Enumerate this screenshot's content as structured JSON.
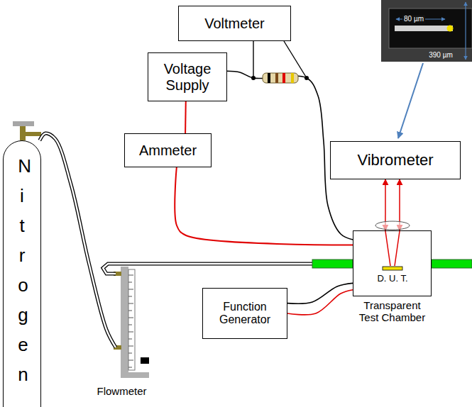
{
  "diagram": {
    "nodes": [
      {
        "text": [
          "Voltmeter"
        ]
      },
      {
        "text": [
          "Voltage Supply"
        ]
      },
      {
        "text": [
          "Ammeter"
        ]
      },
      {
        "text": [
          "Vibrometer"
        ]
      },
      {
        "text": [
          "Nitrogen"
        ]
      },
      {
        "text": [
          "Transparent Test Chamber"
        ]
      },
      {
        "text": [
          "Function Generator"
        ]
      },
      {
        "text": [
          "Flowmeter"
        ]
      }
    ],
    "edges": [
      {
        "from": 1,
        "to": 2,
        "arrow": "none"
      },
      {
        "from": 2,
        "to": 5,
        "arrow": "none"
      },
      {
        "from": 1,
        "to": 5,
        "arrow": "none"
      },
      {
        "from": 3,
        "to": 5,
        "arrow": "both"
      },
      {
        "from": 4,
        "to": 7,
        "arrow": "none"
      },
      {
        "from": 7,
        "to": 5,
        "arrow": "none"
      },
      {
        "from": 6,
        "to": 5,
        "arrow": "none"
      },
      {
        "from": 6,
        "to": 5,
        "arrow": "none"
      }
    ],
    "labels": [
      "80 µm",
      "390 µm",
      "D. U. T."
    ]
  }
}
